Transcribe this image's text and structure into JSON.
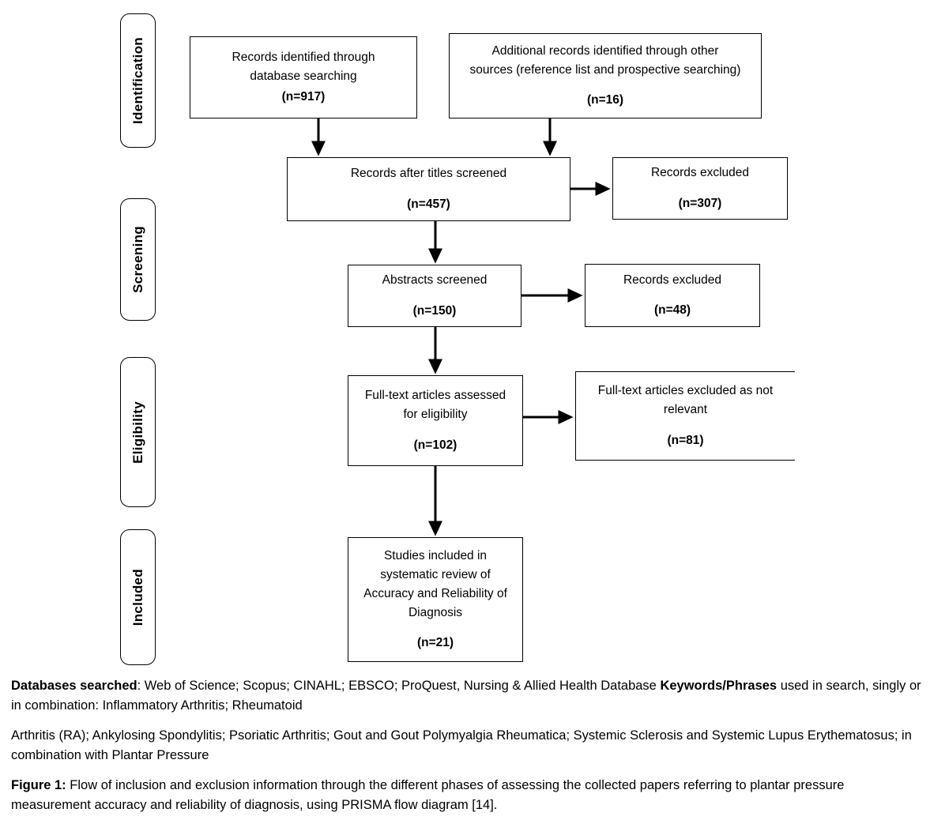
{
  "diagram": {
    "type": "prisma-flow-diagram",
    "phases": [
      {
        "id": "identification",
        "label": "Identification"
      },
      {
        "id": "screening",
        "label": "Screening"
      },
      {
        "id": "eligibility",
        "label": "Eligibility"
      },
      {
        "id": "included",
        "label": "Included"
      }
    ],
    "boxes": [
      {
        "id": "records-identified",
        "phase": "identification",
        "title": "Records identified through\ndatabase searching",
        "count": "(n=917)",
        "count_value": 917
      },
      {
        "id": "additional-records",
        "phase": "identification",
        "title": "Additional records identified through other\nsources (reference list and prospective searching)",
        "count": "(n=16)",
        "count_value": 16
      },
      {
        "id": "records-after-titles-screened",
        "phase": "screening",
        "title": "Records after titles screened",
        "count": "(n=457)",
        "count_value": 457
      },
      {
        "id": "records-excluded-titles",
        "phase": "screening",
        "title": "Records excluded",
        "count": "(n=307)",
        "count_value": 307
      },
      {
        "id": "abstracts-screened",
        "phase": "screening",
        "title": "Abstracts screened",
        "count": "(n=150)",
        "count_value": 150
      },
      {
        "id": "records-excluded-abstracts",
        "phase": "screening",
        "title": "Records excluded",
        "count": "(n=48)",
        "count_value": 48
      },
      {
        "id": "full-text-assessed",
        "phase": "eligibility",
        "title": "Full-text articles assessed\nfor eligibility",
        "count": "(n=102)",
        "count_value": 102
      },
      {
        "id": "full-text-excluded",
        "phase": "eligibility",
        "title": "Full-text articles excluded as not\nrelevant",
        "count": "(n=81)",
        "count_value": 81
      },
      {
        "id": "studies-included",
        "phase": "included",
        "title": "Studies included in\nsystematic review of\nAccuracy and Reliability of\nDiagnosis",
        "count": "(n=21)",
        "count_value": 21
      }
    ],
    "flows": [
      {
        "from": "records-identified",
        "to": "records-after-titles-screened",
        "direction": "down"
      },
      {
        "from": "additional-records",
        "to": "records-after-titles-screened",
        "direction": "down"
      },
      {
        "from": "records-after-titles-screened",
        "to": "records-excluded-titles",
        "direction": "right"
      },
      {
        "from": "records-after-titles-screened",
        "to": "abstracts-screened",
        "direction": "down"
      },
      {
        "from": "abstracts-screened",
        "to": "records-excluded-abstracts",
        "direction": "right"
      },
      {
        "from": "abstracts-screened",
        "to": "full-text-assessed",
        "direction": "down"
      },
      {
        "from": "full-text-assessed",
        "to": "full-text-excluded",
        "direction": "right"
      },
      {
        "from": "full-text-assessed",
        "to": "studies-included",
        "direction": "down"
      }
    ],
    "stroke_color": "#000000",
    "fill_color": "#ffffff"
  },
  "caption": {
    "databases_label": "Databases searched",
    "databases_line": ": Web of Science; Scopus; CINAHL; EBSCO; ProQuest, Nursing & Allied Health Database ",
    "keywords_label": "Keywords/Phrases",
    "keywords_line": " used in search, singly or in combination: Inflammatory Arthritis; Rheumatoid",
    "conditions_line": "Arthritis (RA); Ankylosing Spondylitis; Psoriatic Arthritis; Gout and Gout Polymyalgia Rheumatica; Systemic Sclerosis and Systemic Lupus Erythematosus; in combination with Plantar Pressure",
    "figure_label": "Figure 1:",
    "figure_text": " Flow of inclusion and exclusion information through the different phases of assessing the collected papers referring to plantar pressure measurement accuracy and reliability of diagnosis, using PRISMA flow diagram [14]."
  }
}
